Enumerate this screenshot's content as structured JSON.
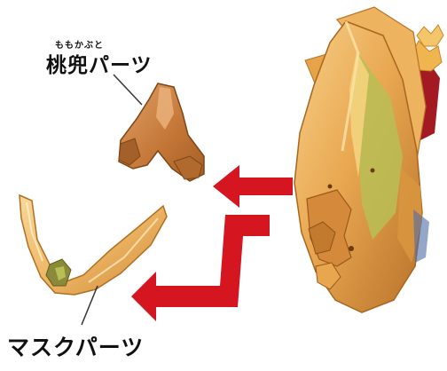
{
  "labels": {
    "momokabuto_ruby": "ももかぶと",
    "momokabuto": "桃兜パーツ",
    "mask": "マスクパーツ"
  },
  "colors": {
    "arrow": "#d5151f",
    "gold_light": "#f3c170",
    "gold_mid": "#e7a146",
    "gold_dark": "#b9701f",
    "copper": "#c77b3c",
    "green_accent": "#b8be55",
    "red_part": "#a31a23"
  },
  "icons": [
    "helmet-assembly",
    "momokabuto-part",
    "mask-part",
    "arrow-to-momokabuto",
    "arrow-to-mask"
  ]
}
